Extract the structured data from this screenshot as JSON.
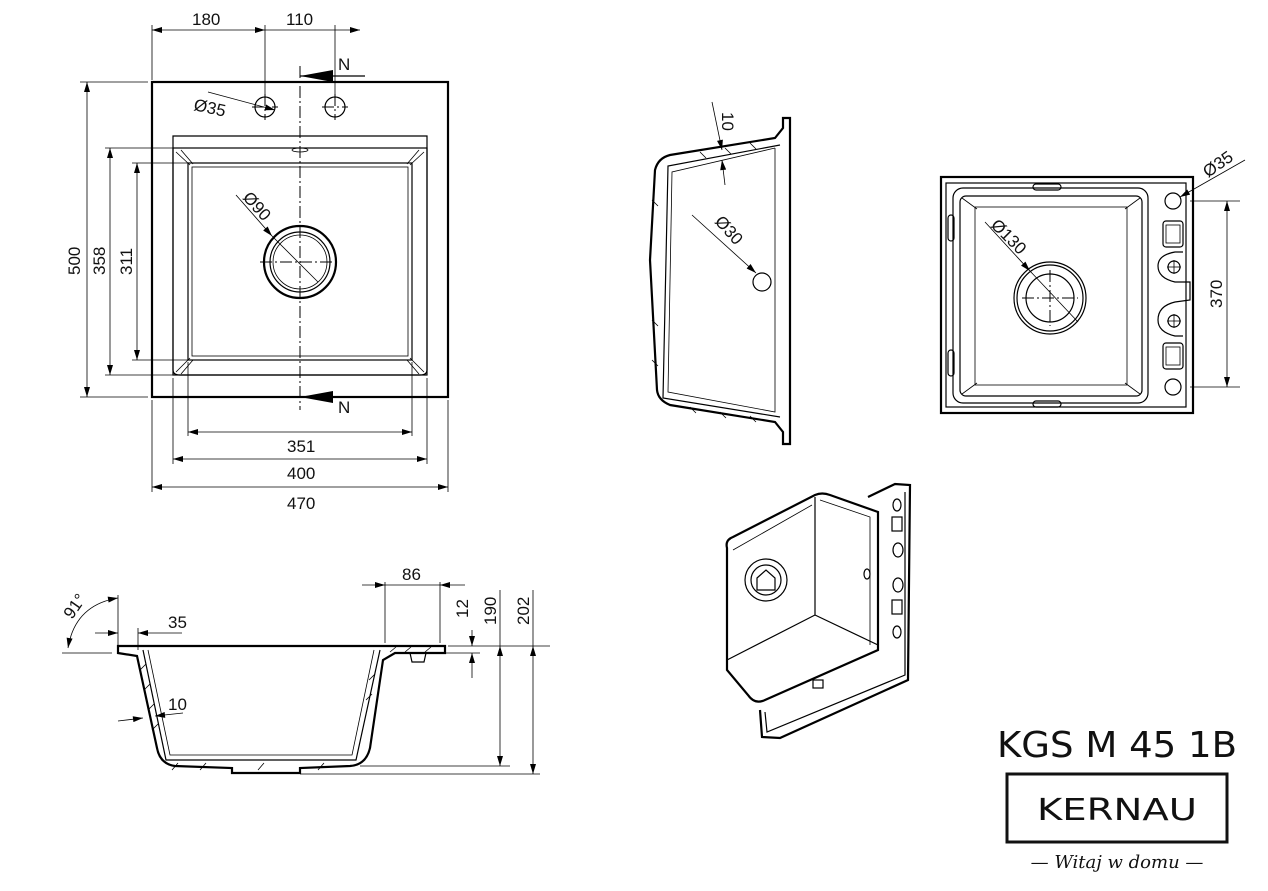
{
  "top_view": {
    "dims": {
      "w_180": "180",
      "w_110": "110",
      "h_500": "500",
      "h_358": "358",
      "h_311": "311",
      "w_351": "351",
      "w_400": "400",
      "w_470": "470",
      "tap_hole": "Ø35",
      "drain": "Ø90"
    },
    "section_marks": [
      "N",
      "N"
    ]
  },
  "side_section": {
    "dims": {
      "angle": "91°",
      "rim": "35",
      "wall": "10",
      "ledge": "86",
      "d12": "12",
      "d190": "190",
      "d202": "202"
    }
  },
  "profile_section": {
    "dims": {
      "wall": "10",
      "overflow": "Ø30"
    }
  },
  "bottom_view": {
    "dims": {
      "hole": "Ø35",
      "drain": "Ø130",
      "spacing": "370"
    }
  },
  "branding": {
    "model": "KGS M 45 1B",
    "brand": "KERNAU",
    "tagline": "— Witaj w domu —"
  }
}
